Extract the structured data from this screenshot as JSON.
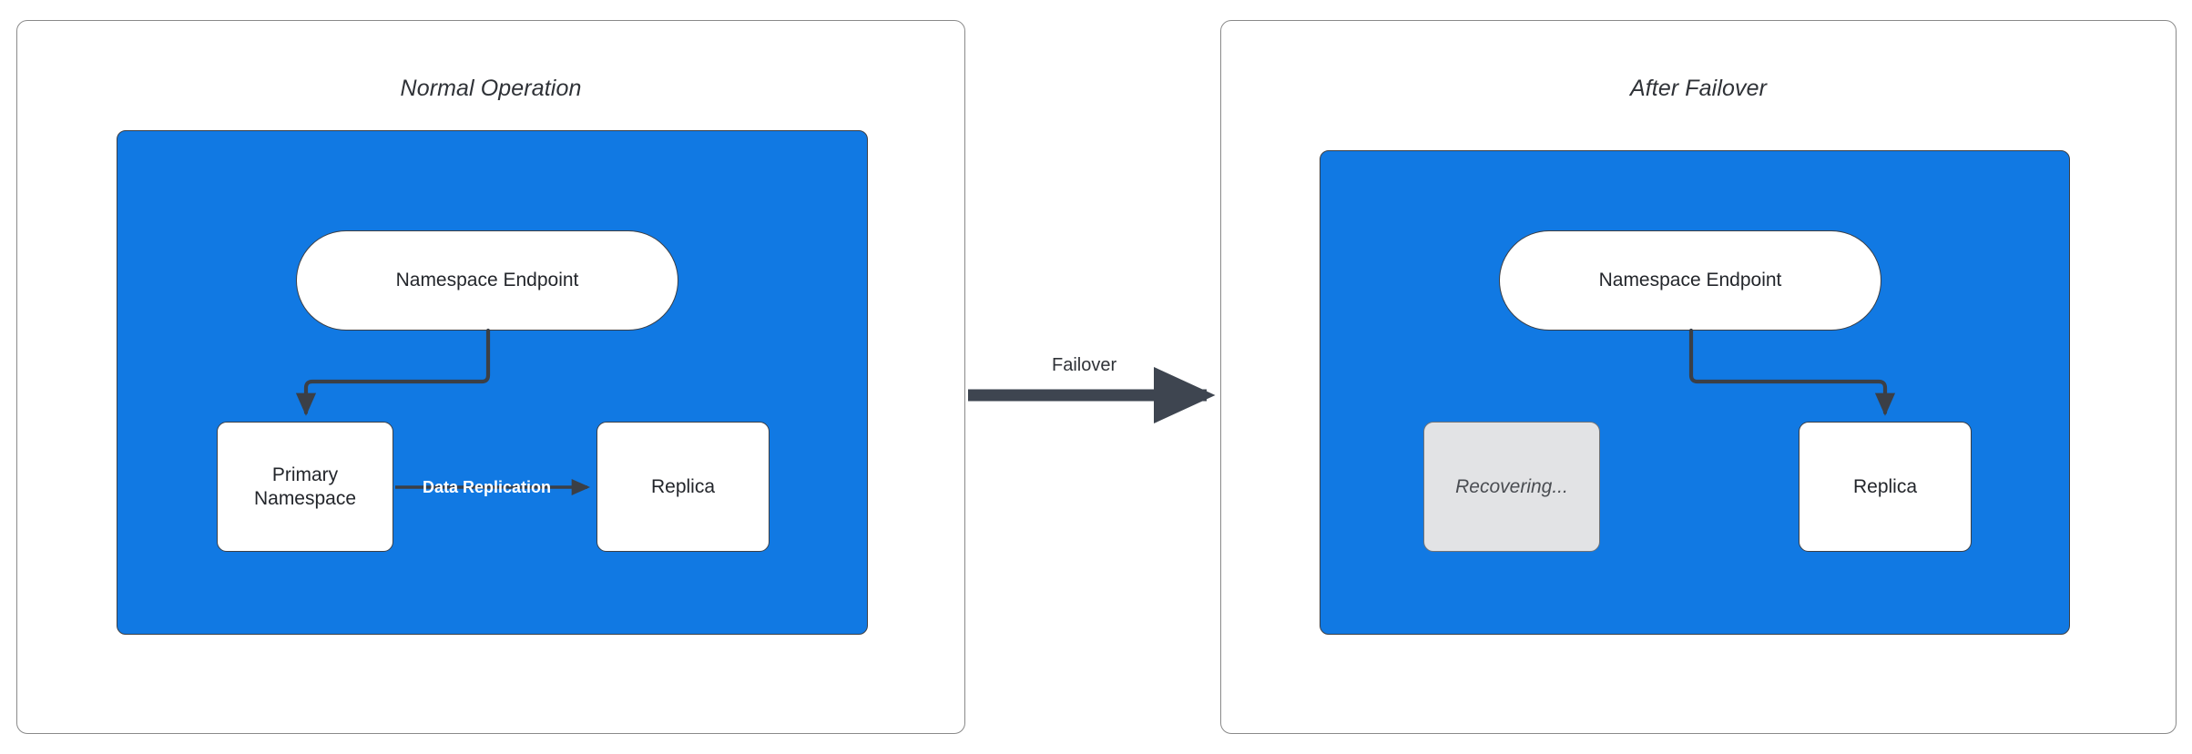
{
  "diagram": {
    "title_visible": false,
    "colors": {
      "zone_blue": "#1179e3",
      "node_fill": "#ffffff",
      "node_stroke": "#3b3f46",
      "muted_fill": "#e2e3e5",
      "muted_text": "#4a4d52",
      "panel_stroke": "#8a8a8a",
      "edge_stroke": "#3b3f46",
      "replication_label": "#ffffff"
    },
    "panels": [
      {
        "id": "normal-operation",
        "title": "Normal Operation",
        "nodes": [
          {
            "id": "endpoint",
            "label": "Namespace Endpoint",
            "shape": "pill",
            "state": "active"
          },
          {
            "id": "primary",
            "label": "Primary\nNamespace",
            "label_line1": "Primary",
            "label_line2": "Namespace",
            "shape": "rect",
            "state": "active"
          },
          {
            "id": "replica",
            "label": "Replica",
            "shape": "rect",
            "state": "active"
          }
        ],
        "edges": [
          {
            "id": "endpoint-to-primary",
            "from": "endpoint",
            "to": "primary",
            "label": "",
            "style": "orthogonal-arrow"
          },
          {
            "id": "primary-to-replica",
            "from": "primary",
            "to": "replica",
            "label": "Data Replication",
            "style": "straight-arrow"
          }
        ]
      },
      {
        "id": "after-failover",
        "title": "After Failover",
        "nodes": [
          {
            "id": "endpoint",
            "label": "Namespace Endpoint",
            "shape": "pill",
            "state": "active"
          },
          {
            "id": "recovering",
            "label": "Recovering...",
            "shape": "rect",
            "state": "muted"
          },
          {
            "id": "replica",
            "label": "Replica",
            "shape": "rect",
            "state": "active"
          }
        ],
        "edges": [
          {
            "id": "endpoint-to-replica",
            "from": "endpoint",
            "to": "replica",
            "label": "",
            "style": "orthogonal-arrow"
          }
        ]
      }
    ],
    "transition": {
      "id": "failover-transition",
      "label": "Failover",
      "from_panel": "normal-operation",
      "to_panel": "after-failover"
    }
  }
}
